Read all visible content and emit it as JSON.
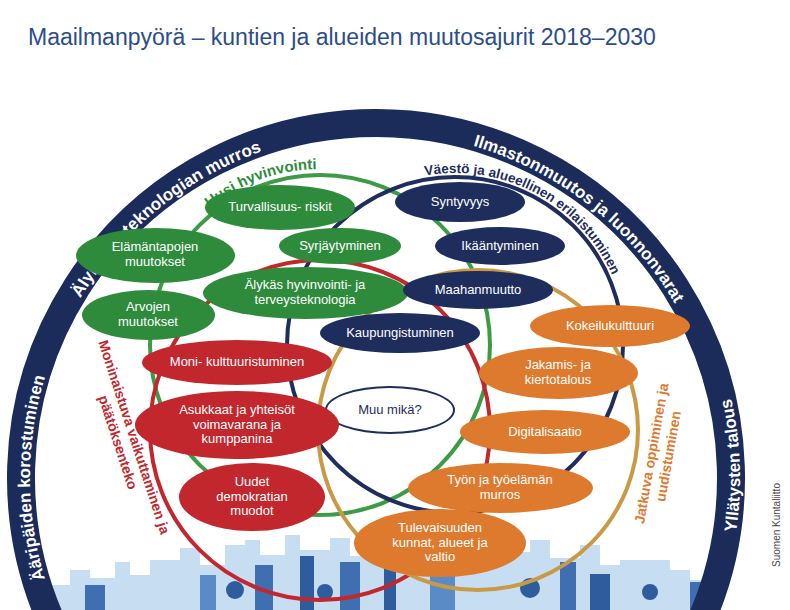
{
  "diagram": {
    "title": "Maailmanpyörä – kuntien ja alueiden muutosajurit 2018–2030",
    "nodes": [
      {
        "text": [
          "Turvallisuus- riskit"
        ]
      },
      {
        "text": [
          "Syntyvyys"
        ]
      },
      {
        "text": [
          "Elämäntapojen muutokset"
        ]
      },
      {
        "text": [
          "Syrjäytyminen"
        ]
      },
      {
        "text": [
          "Ikääntyminen"
        ]
      },
      {
        "text": [
          "Älykäs hyvinvointi- ja terveysteknologia"
        ]
      },
      {
        "text": [
          "Maahanmuutto"
        ]
      },
      {
        "text": [
          "Arvojen muutokset"
        ]
      },
      {
        "text": [
          "Kaupungistuminen"
        ]
      },
      {
        "text": [
          "Kokeilukulttuuri"
        ]
      },
      {
        "text": [
          "Moni- kulttuuristuminen"
        ]
      },
      {
        "text": [
          "Jakamis- ja kiertotalous"
        ]
      },
      {
        "text": [
          "Muu mikä?"
        ]
      },
      {
        "text": [
          "Asukkaat ja yhteisöt voimavarana ja kumppanina"
        ]
      },
      {
        "text": [
          "Digitalisaatio"
        ]
      },
      {
        "text": [
          "Työn ja työelämän murros"
        ]
      },
      {
        "text": [
          "Uudet demokratian muodot"
        ]
      },
      {
        "text": [
          "Tulevaisuuden kunnat, alueet ja valtio"
        ]
      }
    ],
    "labels": [
      "Älykkään teknologian murros",
      "Ilmastonmuutos ja luonnonvarat",
      "Uusi hyvinvointi",
      "Väestö ja alueellinen erilaistuminen",
      "Ääripäiden korostuminen",
      "Moninaistuva vaikuttaminen ja päätöksenteko",
      "Jatkuva oppiminen ja uudistuminen",
      "Yllätysten talous",
      "Suomen Kuntaliitto"
    ]
  }
}
